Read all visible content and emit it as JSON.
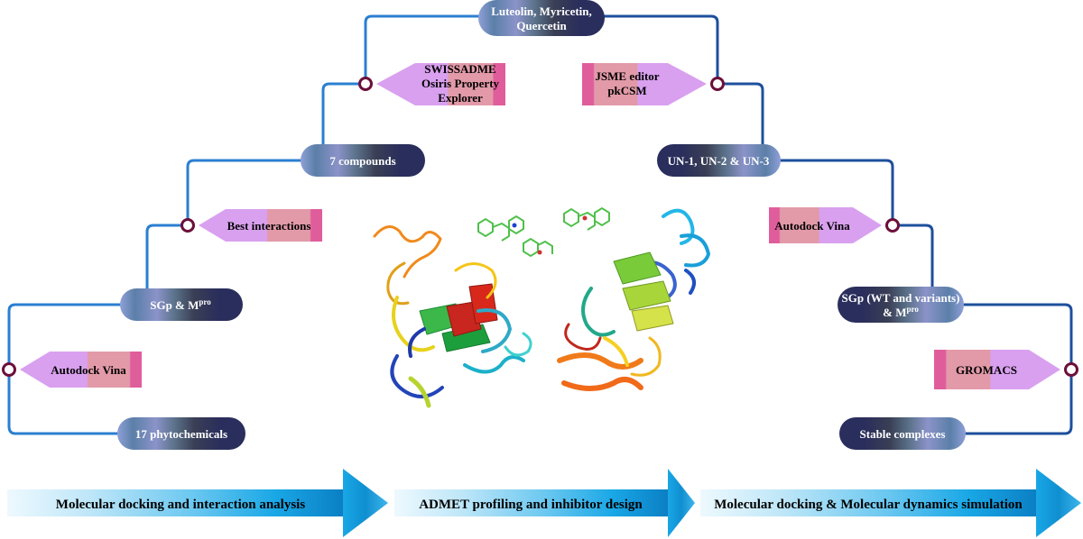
{
  "diagram": {
    "title_node": {
      "lines": [
        "Luteolin, Myricetin,",
        "Quercetin"
      ]
    },
    "left": {
      "tool_swissadme": {
        "lines": [
          "SWISSADME",
          "Osiris Property",
          "Explorer"
        ]
      },
      "node_7_compounds": {
        "lines": [
          "7 compounds"
        ]
      },
      "tool_best_interactions": {
        "lines": [
          "Best interactions"
        ]
      },
      "node_sgp_mpro": {
        "text": "SGp & M",
        "sup": "pro"
      },
      "tool_autodock": {
        "lines": [
          "Autodock Vina"
        ]
      },
      "node_17_phyto": {
        "lines": [
          "17 phytochemicals"
        ]
      }
    },
    "right": {
      "tool_jsme": {
        "lines": [
          "JSME editor",
          "pkCSM"
        ]
      },
      "node_un": {
        "lines": [
          "UN-1, UN-2 & UN-3"
        ]
      },
      "tool_autodock": {
        "lines": [
          "Autodock Vina"
        ]
      },
      "node_sgp_wt": {
        "line1": "SGp (WT and variants)",
        "line2_text": "& M",
        "line2_sup": "pro"
      },
      "tool_gromacs": {
        "lines": [
          "GROMACS"
        ]
      },
      "node_stable": {
        "lines": [
          "Stable complexes"
        ]
      }
    },
    "stage_arrows": [
      {
        "label": "Molecular docking and interaction analysis"
      },
      {
        "label": "ADMET profiling and inhibitor design"
      },
      {
        "label": "Molecular docking & Molecular dynamics simulation"
      }
    ],
    "colors": {
      "connector": "#2b7fd1",
      "connector_dark": "#1d4f9c",
      "junction": "#6b0f3a",
      "pill_dark": "#2a2e5c",
      "pill_mid": "#5b7fa8",
      "tag_pink": "#e29aa8",
      "tag_violet": "#d9a0ef",
      "tag_magenta": "#e05d9c",
      "arrow_cyan": "#19a7e6",
      "arrow_light": "#d9f2fc"
    }
  }
}
